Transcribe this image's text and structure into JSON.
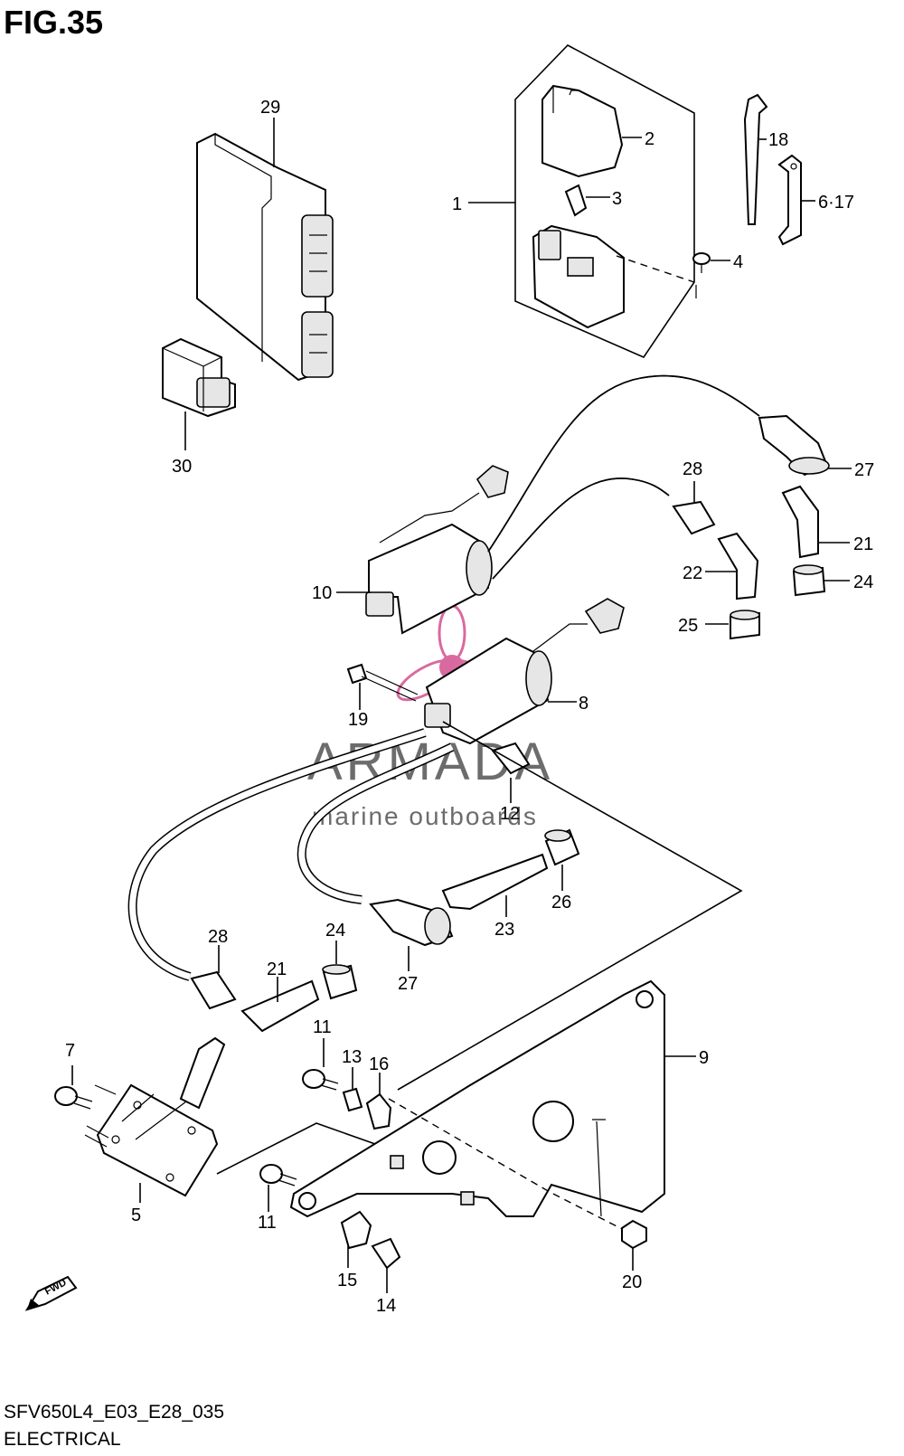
{
  "title": "FIG.35",
  "model_code": "SFV650L4_E03_E28_035",
  "section_name": "ELECTRICAL",
  "watermark": {
    "brand": "ARMADA",
    "tagline": "marine outboards",
    "color": "#d96aa0"
  },
  "fwd_label": "FWD",
  "callouts": {
    "c1": "1",
    "c2": "2",
    "c3": "3",
    "c4": "4",
    "c5": "5",
    "c6": "6·17",
    "c7": "7",
    "c8": "8",
    "c9": "9",
    "c10": "10",
    "c11a": "11",
    "c11b": "11",
    "c12": "12",
    "c13": "13",
    "c14": "14",
    "c15": "15",
    "c16": "16",
    "c18": "18",
    "c19": "19",
    "c20": "20",
    "c21a": "21",
    "c21b": "21",
    "c22": "22",
    "c23": "23",
    "c24a": "24",
    "c24b": "24",
    "c25": "25",
    "c26": "26",
    "c27a": "27",
    "c27b": "27",
    "c28a": "28",
    "c28b": "28",
    "c29": "29",
    "c30": "30"
  }
}
